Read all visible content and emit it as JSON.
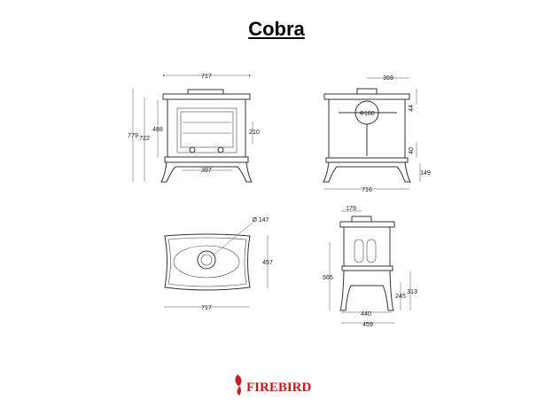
{
  "title": "Cobra",
  "front_view": {
    "width": "717",
    "height_total": "779",
    "height_body": "722",
    "height_door": "488",
    "firebox_height": "210",
    "door_width": "397"
  },
  "back_view": {
    "flue_offset": "359",
    "flue_diameter": "Φ180",
    "top_to_flue": "44",
    "bottom_gap": "40",
    "leg_height": "149",
    "width": "716"
  },
  "top_view": {
    "flue_diameter": "Ø 147",
    "depth": "457",
    "width": "717"
  },
  "side_view": {
    "flue_offset": "179",
    "height_565": "565",
    "height_313": "313",
    "height_245": "245",
    "leg_width": "440",
    "depth": "459"
  },
  "logo": {
    "text": "FireBird",
    "color": "#d11a1a"
  }
}
